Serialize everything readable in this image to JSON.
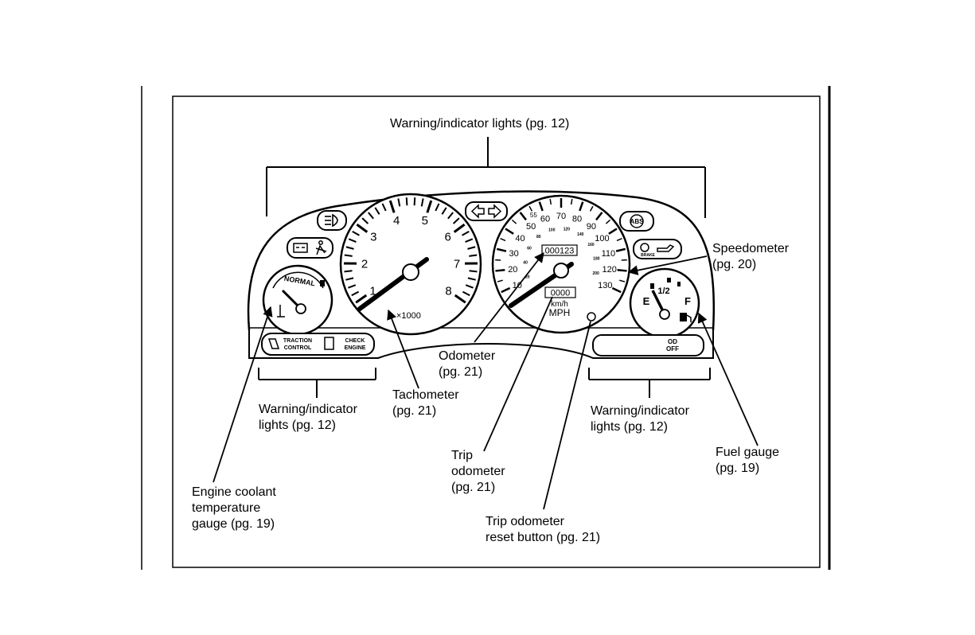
{
  "callouts": {
    "warning_top": "Warning/indicator lights (pg. 12)",
    "speedometer": "Speedometer\n(pg. 20)",
    "odometer": "Odometer\n(pg. 21)",
    "tachometer": "Tachometer\n(pg. 21)",
    "warning_left": "Warning/indicator\nlights (pg. 12)",
    "warning_right": "Warning/indicator\nlights (pg. 12)",
    "fuel_gauge": "Fuel gauge\n(pg. 19)",
    "trip_odometer": "Trip\nodometer\n(pg. 21)",
    "engine_coolant": "Engine coolant\ntemperature\ngauge (pg. 19)",
    "trip_reset": "Trip odometer\nreset button (pg. 21)"
  },
  "tachometer": {
    "numbers": [
      "1",
      "2",
      "3",
      "4",
      "5",
      "6",
      "7",
      "8"
    ],
    "unit": "×1000"
  },
  "speedometer": {
    "mph_numbers": [
      "10",
      "20",
      "30",
      "40",
      "50",
      "55",
      "60",
      "70",
      "80",
      "90",
      "100",
      "110",
      "120",
      "130"
    ],
    "kmh_numbers": [
      "20",
      "40",
      "60",
      "80",
      "100",
      "120",
      "140",
      "160",
      "180",
      "200"
    ],
    "odometer_digits": "000123",
    "trip_digits": "0000",
    "unit_kmh": "km/h",
    "unit_mph": "MPH"
  },
  "coolant": {
    "label": "NORMAL"
  },
  "fuel": {
    "empty": "E",
    "half": "1/2",
    "full": "F"
  },
  "indicators": {
    "traction_line1": "TRACTION",
    "traction_line2": "CONTROL",
    "check_line1": "CHECK",
    "check_line2": "ENGINE",
    "od_line1": "OD",
    "od_line2": "OFF",
    "abs": "ABS",
    "brake": "BRAKE"
  }
}
